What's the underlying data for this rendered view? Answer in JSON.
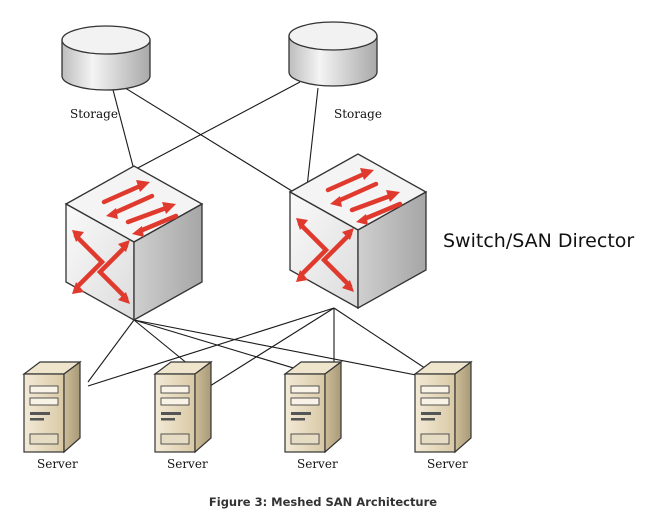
{
  "labels": {
    "storage_left": "Storage",
    "storage_right": "Storage",
    "switch_label": "Switch/SAN Director",
    "server_1": "Server",
    "server_2": "Server",
    "server_3": "Server",
    "server_4": "Server"
  },
  "caption": "Figure 3: Meshed SAN Architecture",
  "icons": {
    "storage": "storage-cylinder-icon",
    "switch": "switch-cube-icon",
    "server": "server-tower-icon"
  },
  "colors": {
    "arrow_red": "#e03a2e",
    "cube_face": "#e9e9e9",
    "server_beige": "#e9dcc0",
    "line": "#1a1a1a"
  }
}
